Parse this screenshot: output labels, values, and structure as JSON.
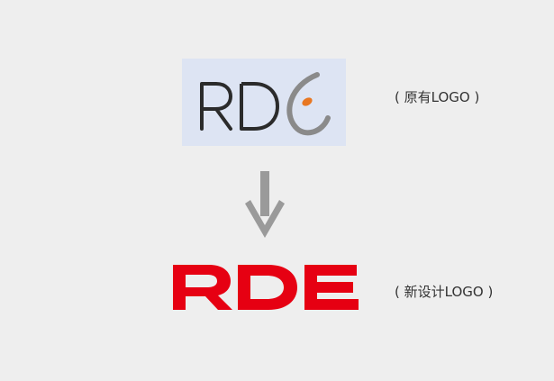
{
  "old_logo": {
    "wordmark": "RDE",
    "accent_color": "#e87722",
    "stroke_color": "#2b2b2b",
    "curve_color": "#8a8a8a",
    "background": "#dde4f3"
  },
  "old_caption": "( 原有LOGO )",
  "transition_icon": "down-arrow-icon",
  "arrow_color": "#9a9a9a",
  "new_logo": {
    "wordmark": "RDE",
    "color": "#e60012"
  },
  "new_caption": "( 新设计LOGO )"
}
